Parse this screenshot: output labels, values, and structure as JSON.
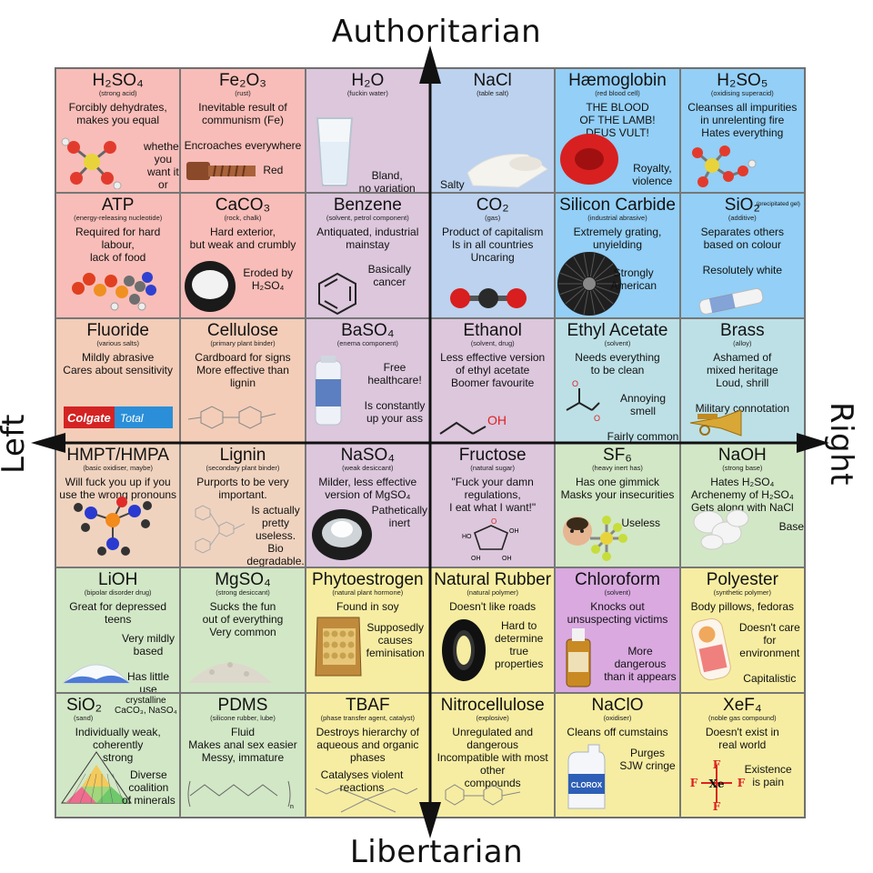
{
  "axes": {
    "top": "Authoritarian",
    "bottom": "Libertarian",
    "left": "Left",
    "right": "Right"
  },
  "colors": {
    "auth_left": "#f7b8b4",
    "auth_center": "#d9c1db",
    "auth_right_mid": "#bcd0ee",
    "auth_right": "#8fcef7",
    "upper_left_low": "#f2c9b5",
    "libleft_green": "#cfe5c2",
    "libright_yellow": "#f7ed9e",
    "chloroform": "#d8a6e0",
    "polyester": "#f7ed9e"
  },
  "cells": [
    {
      "name": "H₂SO₄",
      "sub": "(strong acid)",
      "desc": "Forcibly dehydrates,\nmakes you equal",
      "note": "whether you\nwant it or\nnot",
      "icon": "sulfuric-acid-molecule-icon"
    },
    {
      "name": "Fe₂O₃",
      "sub": "(rust)",
      "desc": "Inevitable result of\ncommunism (Fe)\n\nEncroaches everywhere",
      "note": "Red",
      "icon": "rusty-bolt-icon"
    },
    {
      "name": "H₂O",
      "sub": "(fuckin water)",
      "desc": "",
      "note": "Bland,\nno variation",
      "icon": "water-glass-icon"
    },
    {
      "name": "NaCl",
      "sub": "(table salt)",
      "desc": "",
      "note": "Salty",
      "icon": "salt-pile-icon"
    },
    {
      "name": "Hæmoglobin",
      "sub": "(red blood cell)",
      "desc": "THE BLOOD\nOF THE LAMB!\n  DEUS VULT!",
      "note": "Royalty,\nviolence",
      "icon": "red-blood-cell-icon"
    },
    {
      "name": "H₂SO₅",
      "sub": "(oxidising superacid)",
      "desc": "Cleanses all impurities\nin unrelenting fire\nHates everything",
      "note": "",
      "icon": "peroxysulfuric-molecule-icon"
    },
    {
      "name": "ATP",
      "sub": "(energy-releasing nucleotide)",
      "desc": "Required for hard labour,\nlack of food",
      "note": "",
      "icon": "atp-molecule-icon"
    },
    {
      "name": "CaCO₃",
      "sub": "(rock, chalk)",
      "desc": "Hard exterior,\nbut weak and crumbly",
      "note": "Eroded by\nH₂SO₄",
      "icon": "chalk-powder-icon"
    },
    {
      "name": "Benzene",
      "sub": "(solvent, petrol component)",
      "desc": "Antiquated, industrial\nmainstay",
      "note": "Basically\ncancer",
      "icon": "benzene-ring-icon"
    },
    {
      "name": "CO₂",
      "sub": "(gas)",
      "desc": "Product of capitalism\nIs in all countries\nUncaring",
      "note": "",
      "icon": "co2-molecule-icon"
    },
    {
      "name": "Silicon Carbide",
      "sub": "(industrial abrasive)",
      "desc": "Extremely grating,\n     unyielding",
      "note": "Strongly\nAmerican",
      "icon": "abrasive-disc-icon"
    },
    {
      "name": "SiO₂",
      "sub": "(additive)",
      "sup": "(precipitated gel)",
      "desc": "Separates others\nbased on colour\n\nResolutely white",
      "note": "",
      "icon": "silica-gel-packet-icon"
    },
    {
      "name": "Fluoride",
      "sub": "(various salts)",
      "desc": "Mildly abrasive\nCares about sensitivity",
      "note": "",
      "brand": "Colgate",
      "brand2": "Total",
      "icon": "toothpaste-icon"
    },
    {
      "name": "Cellulose",
      "sub": "(primary plant binder)",
      "desc": "Cardboard for signs\nMore effective than\n                 lignin",
      "note": "",
      "icon": "cellulose-structure-icon"
    },
    {
      "name": "BaSO₄",
      "sub": "(enema component)",
      "desc": "",
      "note": "Free\nhealthcare!\n\nIs constantly\nup your ass",
      "icon": "barium-bottle-icon"
    },
    {
      "name": "Ethanol",
      "sub": "(solvent, drug)",
      "desc": "Less effective version\nof ethyl acetate\n     Boomer favourite",
      "note": "",
      "oh": "OH",
      "icon": "ethanol-structure-icon"
    },
    {
      "name": "Ethyl Acetate",
      "sub": "(solvent)",
      "desc": "Needs everything\nto be clean",
      "note": "Annoying smell\n\nFairly common",
      "icon": "ethyl-acetate-structure-icon"
    },
    {
      "name": "Brass",
      "sub": "(alloy)",
      "desc": "Ashamed of\nmixed heritage\nLoud, shrill\n\nMilitary connotation",
      "note": "",
      "icon": "trumpet-icon"
    },
    {
      "name": "HMPT/HMPA",
      "sub": "(basic oxidiser, maybe)",
      "desc": "Will fuck you up if you\nuse the wrong pronouns",
      "note": "",
      "icon": "hmpa-molecule-icon"
    },
    {
      "name": "Lignin",
      "sub": "(secondary plant binder)",
      "desc": "Purports to be very\nimportant.",
      "note": "Is actually\npretty\nuseless.\nBio\ndegradable.",
      "icon": "lignin-structure-icon"
    },
    {
      "name": "NaSO₄",
      "sub": "(weak desiccant)",
      "desc": "Milder, less effective\nversion of MgSO₄",
      "note": "Pathetically\ninert",
      "icon": "desiccant-bowl-icon"
    },
    {
      "name": "Fructose",
      "sub": "(natural sugar)",
      "desc": "\"Fuck your damn\nregulations,\nI eat what I want!\"",
      "note": "",
      "icon": "fructose-ring-icon"
    },
    {
      "name": "SF₆",
      "sub": "(heavy inert has)",
      "desc": "Has one gimmick\nMasks your insecurities",
      "note": "Useless",
      "icon": "sf6-molecule-icon"
    },
    {
      "name": "NaOH",
      "sub": "(strong base)",
      "desc": "Hates H₂SO₄\nArchenemy of H₂SO₄\nGets along with NaCl",
      "note": "Based",
      "icon": "naoh-pellets-icon"
    },
    {
      "name": "LiOH",
      "sub": "(bipolar disorder drug)",
      "desc": "Great for depressed\nteens",
      "note": "Very mildly\nbased\n\nHas little\nuse",
      "icon": "lithium-powder-icon"
    },
    {
      "name": "MgSO₄",
      "sub": "(strong desiccant)",
      "desc": "Sucks the fun\nout of everything\n          Very common",
      "note": "",
      "icon": "epsom-salt-icon"
    },
    {
      "name": "Phytoestrogen",
      "sub": "(natural plant hormone)",
      "desc": "Found in soy",
      "note": "Supposedly\ncauses\nfeminisation",
      "icon": "soybean-bag-icon"
    },
    {
      "name": "Natural Rubber",
      "sub": "(natural polymer)",
      "desc": "Doesn't like roads",
      "note": "Hard to\ndetermine\ntrue\nproperties",
      "icon": "tyre-icon"
    },
    {
      "name": "Chloroform",
      "sub": "(solvent)",
      "desc": "Knocks out\nunsuspecting victims",
      "note": "More dangerous\nthan it appears",
      "icon": "chloroform-bottle-icon"
    },
    {
      "name": "Polyester",
      "sub": "(synthetic polymer)",
      "desc": "Body pillows, fedoras",
      "note": "Doesn't care\nfor environment\n\nCapitalistic",
      "icon": "body-pillow-icon"
    },
    {
      "name": "SiO₂",
      "sub": "(sand)",
      "desc": "Individually weak,\n      coherently\n            strong",
      "note": "Diverse\ncoalition\nof minerals",
      "extra": "crystalline\nCaCO₃, NaSO₄",
      "icon": "soil-triangle-icon"
    },
    {
      "name": "PDMS",
      "sub": "(silicone rubber, lube)",
      "desc": "Fluid\nMakes anal sex easier\nMessy, immature",
      "note": "",
      "icon": "pdms-structure-icon"
    },
    {
      "name": "TBAF",
      "sub": "(phase transfer agent, catalyst)",
      "desc": "Destroys hierarchy of\naqueous and organic\nphases",
      "note": "Catalyses violent\n          reactions",
      "icon": "tbaf-structure-icon"
    },
    {
      "name": "Nitrocellulose",
      "sub": "(explosive)",
      "desc": "Unregulated and\ndangerous\nIncompatible with most\n                   other\n           compounds",
      "note": "",
      "icon": "nitrocellulose-structure-icon"
    },
    {
      "name": "NaClO",
      "sub": "(oxidiser)",
      "desc": "Cleans off cumstains",
      "note": "Purges\nSJW cringe",
      "brand": "CLOROX",
      "icon": "bleach-jug-icon"
    },
    {
      "name": "XeF₄",
      "sub": "(noble gas compound)",
      "desc": "Doesn't exist in\nreal world",
      "note": "Existence\nis pain",
      "xe": "Xe",
      "f": "F",
      "icon": "xef4-structure-icon"
    }
  ]
}
